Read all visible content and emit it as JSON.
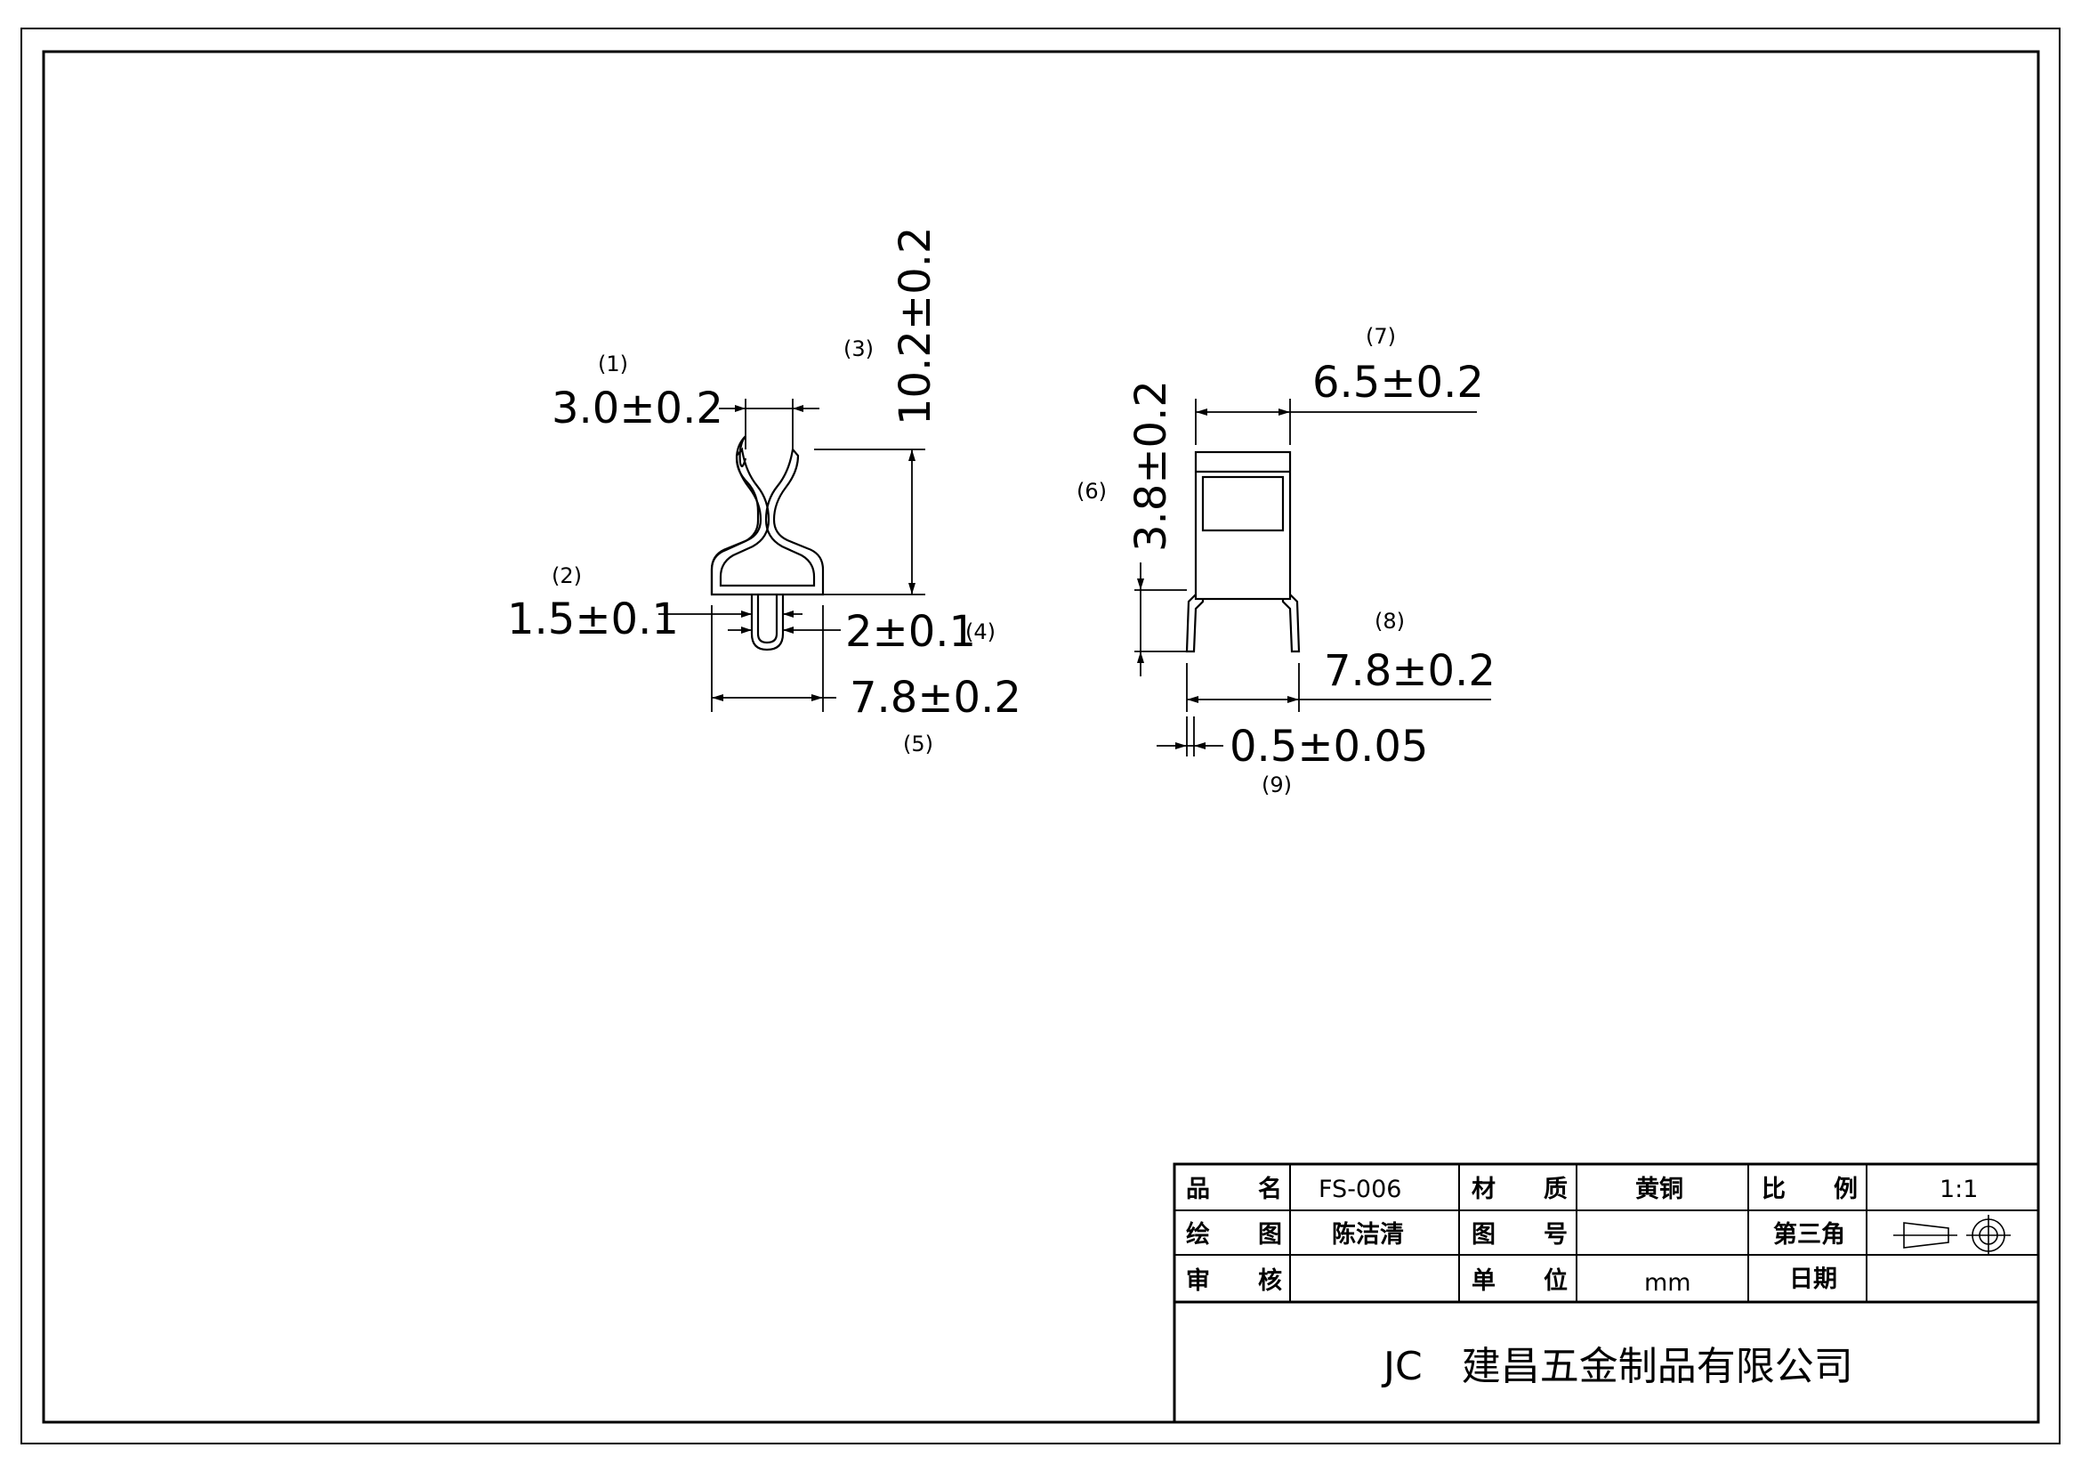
{
  "views": {
    "front": {
      "dims": [
        {
          "id": "d1",
          "label": "(1)",
          "value": "3.0±0.2"
        },
        {
          "id": "d2",
          "label": "(2)",
          "value": "1.5±0.1"
        },
        {
          "id": "d3",
          "label": "(3)",
          "value": "10.2±0.2"
        },
        {
          "id": "d4",
          "label": "(4)",
          "value": "2±0.1"
        },
        {
          "id": "d5",
          "label": "(5)",
          "value": "7.8±0.2"
        }
      ]
    },
    "side": {
      "dims": [
        {
          "id": "d6",
          "label": "(6)",
          "value": "3.8±0.2"
        },
        {
          "id": "d7",
          "label": "(7)",
          "value": "6.5±0.2"
        },
        {
          "id": "d8",
          "label": "(8)",
          "value": "7.8±0.2"
        },
        {
          "id": "d9",
          "label": "(9)",
          "value": "0.5±0.05"
        }
      ]
    }
  },
  "title_block": {
    "product_name_label": "品　　名",
    "product_name": "FS-006",
    "material_label": "材　　质",
    "material": "黄铜",
    "scale_label": "比　　例",
    "scale": "1:1",
    "drawn_label": "绘　　图",
    "drawn_by": "陈洁清",
    "drawing_no_label": "图　　号",
    "drawing_no": "",
    "projection_label": "第三角",
    "checked_label": "审　　核",
    "checked_by": "",
    "unit_label": "单　　位",
    "unit": "mm",
    "date_label": "日期",
    "date": "",
    "company": "JC　建昌五金制品有限公司"
  }
}
